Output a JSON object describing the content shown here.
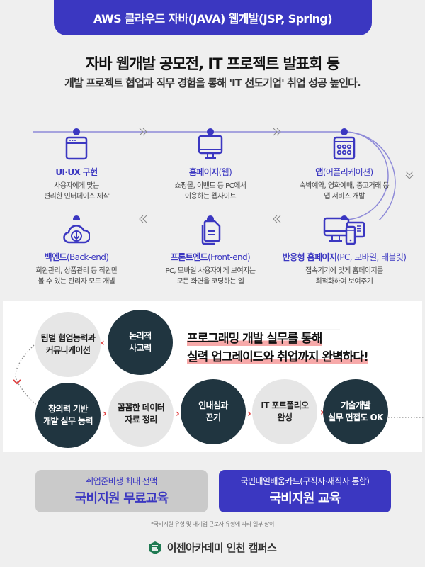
{
  "header": {
    "banner": "AWS 클라우드 자바(JAVA) 웹개발(JSP, Spring)",
    "headline": "자바 웹개발 공모전, IT 프로젝트 발표회 등",
    "subhead": "개발 프로젝트 협업과 직무 경험을 통해 'IT 선도기업' 취업 성공 높인다."
  },
  "colors": {
    "brand_blue": "#3b37c1",
    "dark_bubble": "#203540",
    "light_bubble": "#e6e6e6",
    "accent_red": "#e03c3c",
    "highlight_pink": "#f7a9a9",
    "logo_green": "#1f7a52"
  },
  "curriculum": {
    "cards": [
      {
        "icon": "browser-window-icon",
        "title_bold": "UI·UX 구현",
        "title_light": "",
        "desc_line1": "사용자에게 맞는",
        "desc_line2": "편리한 인터페이스 제작"
      },
      {
        "icon": "monitor-icon",
        "title_bold": "홈페이지",
        "title_light": "(웹)",
        "desc_line1": "쇼핑몰, 이벤트 등 PC에서",
        "desc_line2": "이용하는 웹사이트"
      },
      {
        "icon": "app-grid-icon",
        "title_bold": "앱",
        "title_light": "(어플리케이션)",
        "desc_line1": "숙박예약, 영화예매, 중고거래 등",
        "desc_line2": "앱 서비스 개발"
      },
      {
        "icon": "cloud-download-icon",
        "title_bold": "백엔드",
        "title_light": "(Back-end)",
        "desc_line1": "회원관리, 상품관리 등 직원만",
        "desc_line2": "볼 수 있는 관리자 모드 개발"
      },
      {
        "icon": "documents-icon",
        "title_bold": "프론트엔드",
        "title_light": "(Front-end)",
        "desc_line1": "PC, 모바일 사용자에게 보여지는",
        "desc_line2": "모든 화면을 코딩하는 일"
      },
      {
        "icon": "responsive-devices-icon",
        "title_bold": "반응형 홈페이지",
        "title_light": "(PC, 모바일, 태블릿)",
        "desc_line1": "접속기기에 맞게 홈페이지를",
        "desc_line2": "최적화하여 보여주기"
      }
    ]
  },
  "skills": {
    "bubbles": [
      {
        "line1": "팀별 협업능력과",
        "line2": "커뮤니케이션",
        "style": "light"
      },
      {
        "line1": "논리적",
        "line2": "사고력",
        "style": "dark"
      },
      {
        "line1": "창의력 기반",
        "line2": "개발 실무 능력",
        "style": "dark"
      },
      {
        "line1": "꼼꼼한 데이터",
        "line2": "자료 정리",
        "style": "light"
      },
      {
        "line1": "인내심과",
        "line2": "끈기",
        "style": "dark"
      },
      {
        "line1": "IT 포트폴리오",
        "line2": "완성",
        "style": "light"
      },
      {
        "line1": "기술개발",
        "line2": "실무 면접도 OK",
        "style": "dark"
      }
    ],
    "slogan_line1": "프로그래밍 개발 실무를 통해",
    "slogan_line2": "실력 업그레이드와 취업까지 완벽하다!"
  },
  "cta": {
    "left_small": "취업준비생 최대 전액",
    "left_big": "국비지원 무료교육",
    "right_small": "국민내일배움카드(구직자·재직자 통합)",
    "right_big": "국비지원 교육"
  },
  "footer": {
    "note": "*국비지원 유형 및 대기업 근로자 유형에 따라 일부 상이",
    "logo_text": "이젠아카데미 인천 캠퍼스"
  }
}
